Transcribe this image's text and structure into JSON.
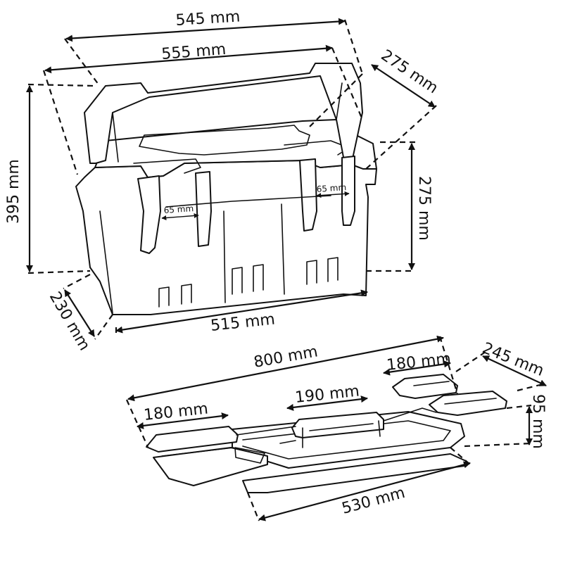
{
  "toolbox": {
    "dimensions": {
      "top_width": "545 mm",
      "lid_width": "555 mm",
      "top_depth": "275 mm",
      "total_height": "395 mm",
      "body_height": "275 mm",
      "base_depth": "230 mm",
      "base_width": "515 mm",
      "latch_left": "65 mm",
      "latch_right": "65 mm"
    }
  },
  "tray": {
    "dimensions": {
      "extended_width": "800 mm",
      "left_compartment": "180 mm",
      "right_compartment": "180 mm",
      "center_compartment": "190 mm",
      "depth": "245 mm",
      "height": "95 mm",
      "base_width": "530 mm"
    }
  }
}
